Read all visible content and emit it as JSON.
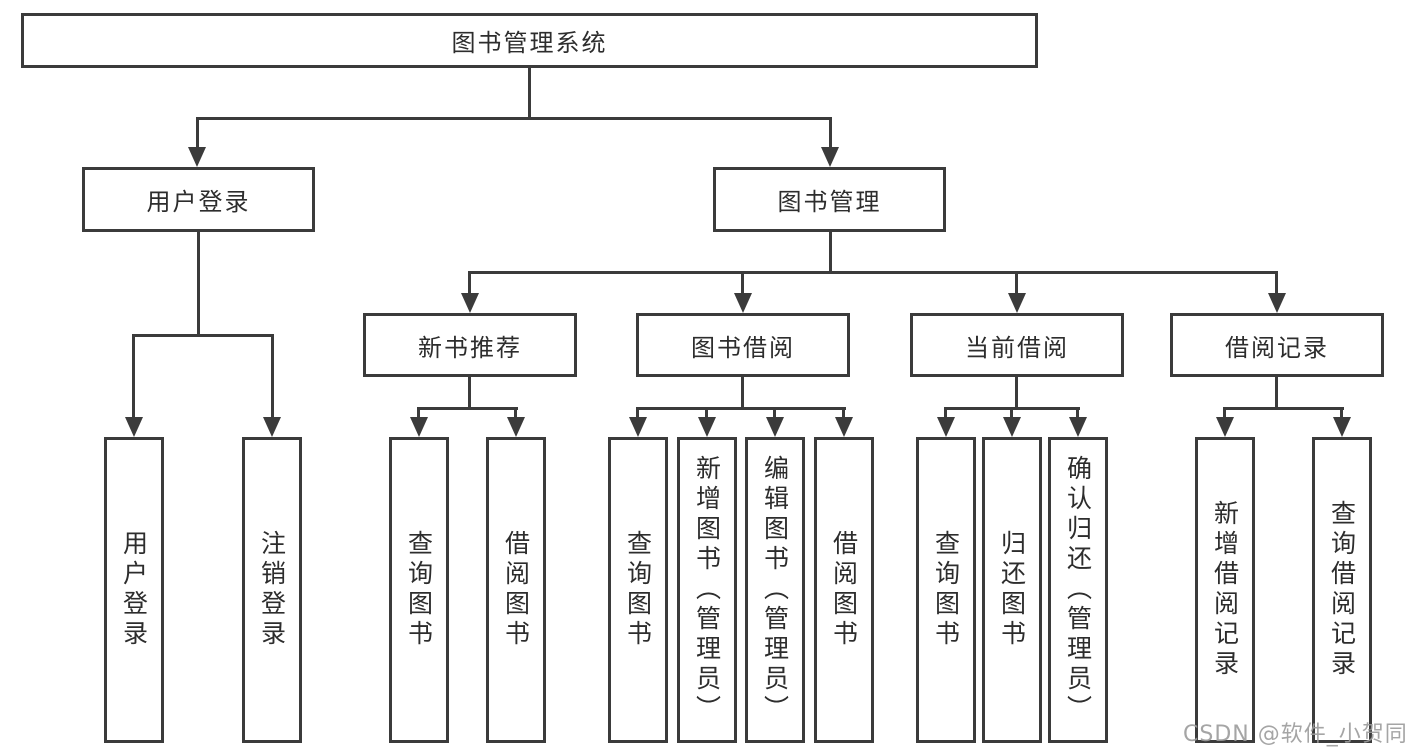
{
  "tree": {
    "root": {
      "label": "图书管理系统"
    },
    "branches": [
      {
        "label": "用户登录",
        "children": [
          {
            "label": "用户登录"
          },
          {
            "label": "注销登录"
          }
        ]
      },
      {
        "label": "图书管理",
        "children": [
          {
            "label": "新书推荐",
            "children": [
              {
                "label": "查询图书"
              },
              {
                "label": "借阅图书"
              }
            ]
          },
          {
            "label": "图书借阅",
            "children": [
              {
                "label": "查询图书"
              },
              {
                "label": "新增图书（管理员）"
              },
              {
                "label": "编辑图书（管理员）"
              },
              {
                "label": "借阅图书"
              }
            ]
          },
          {
            "label": "当前借阅",
            "children": [
              {
                "label": "查询图书"
              },
              {
                "label": "归还图书"
              },
              {
                "label": "确认归还（管理员）"
              }
            ]
          },
          {
            "label": "借阅记录",
            "children": [
              {
                "label": "新增借阅记录"
              },
              {
                "label": "查询借阅记录"
              }
            ]
          }
        ]
      }
    ]
  },
  "watermark": {
    "text": "CSDN @软件_小贺同学"
  },
  "colors": {
    "line": "#3b3b3b",
    "text": "#2d2d2d",
    "background": "#ffffff",
    "watermark": "#9c9c9c"
  }
}
